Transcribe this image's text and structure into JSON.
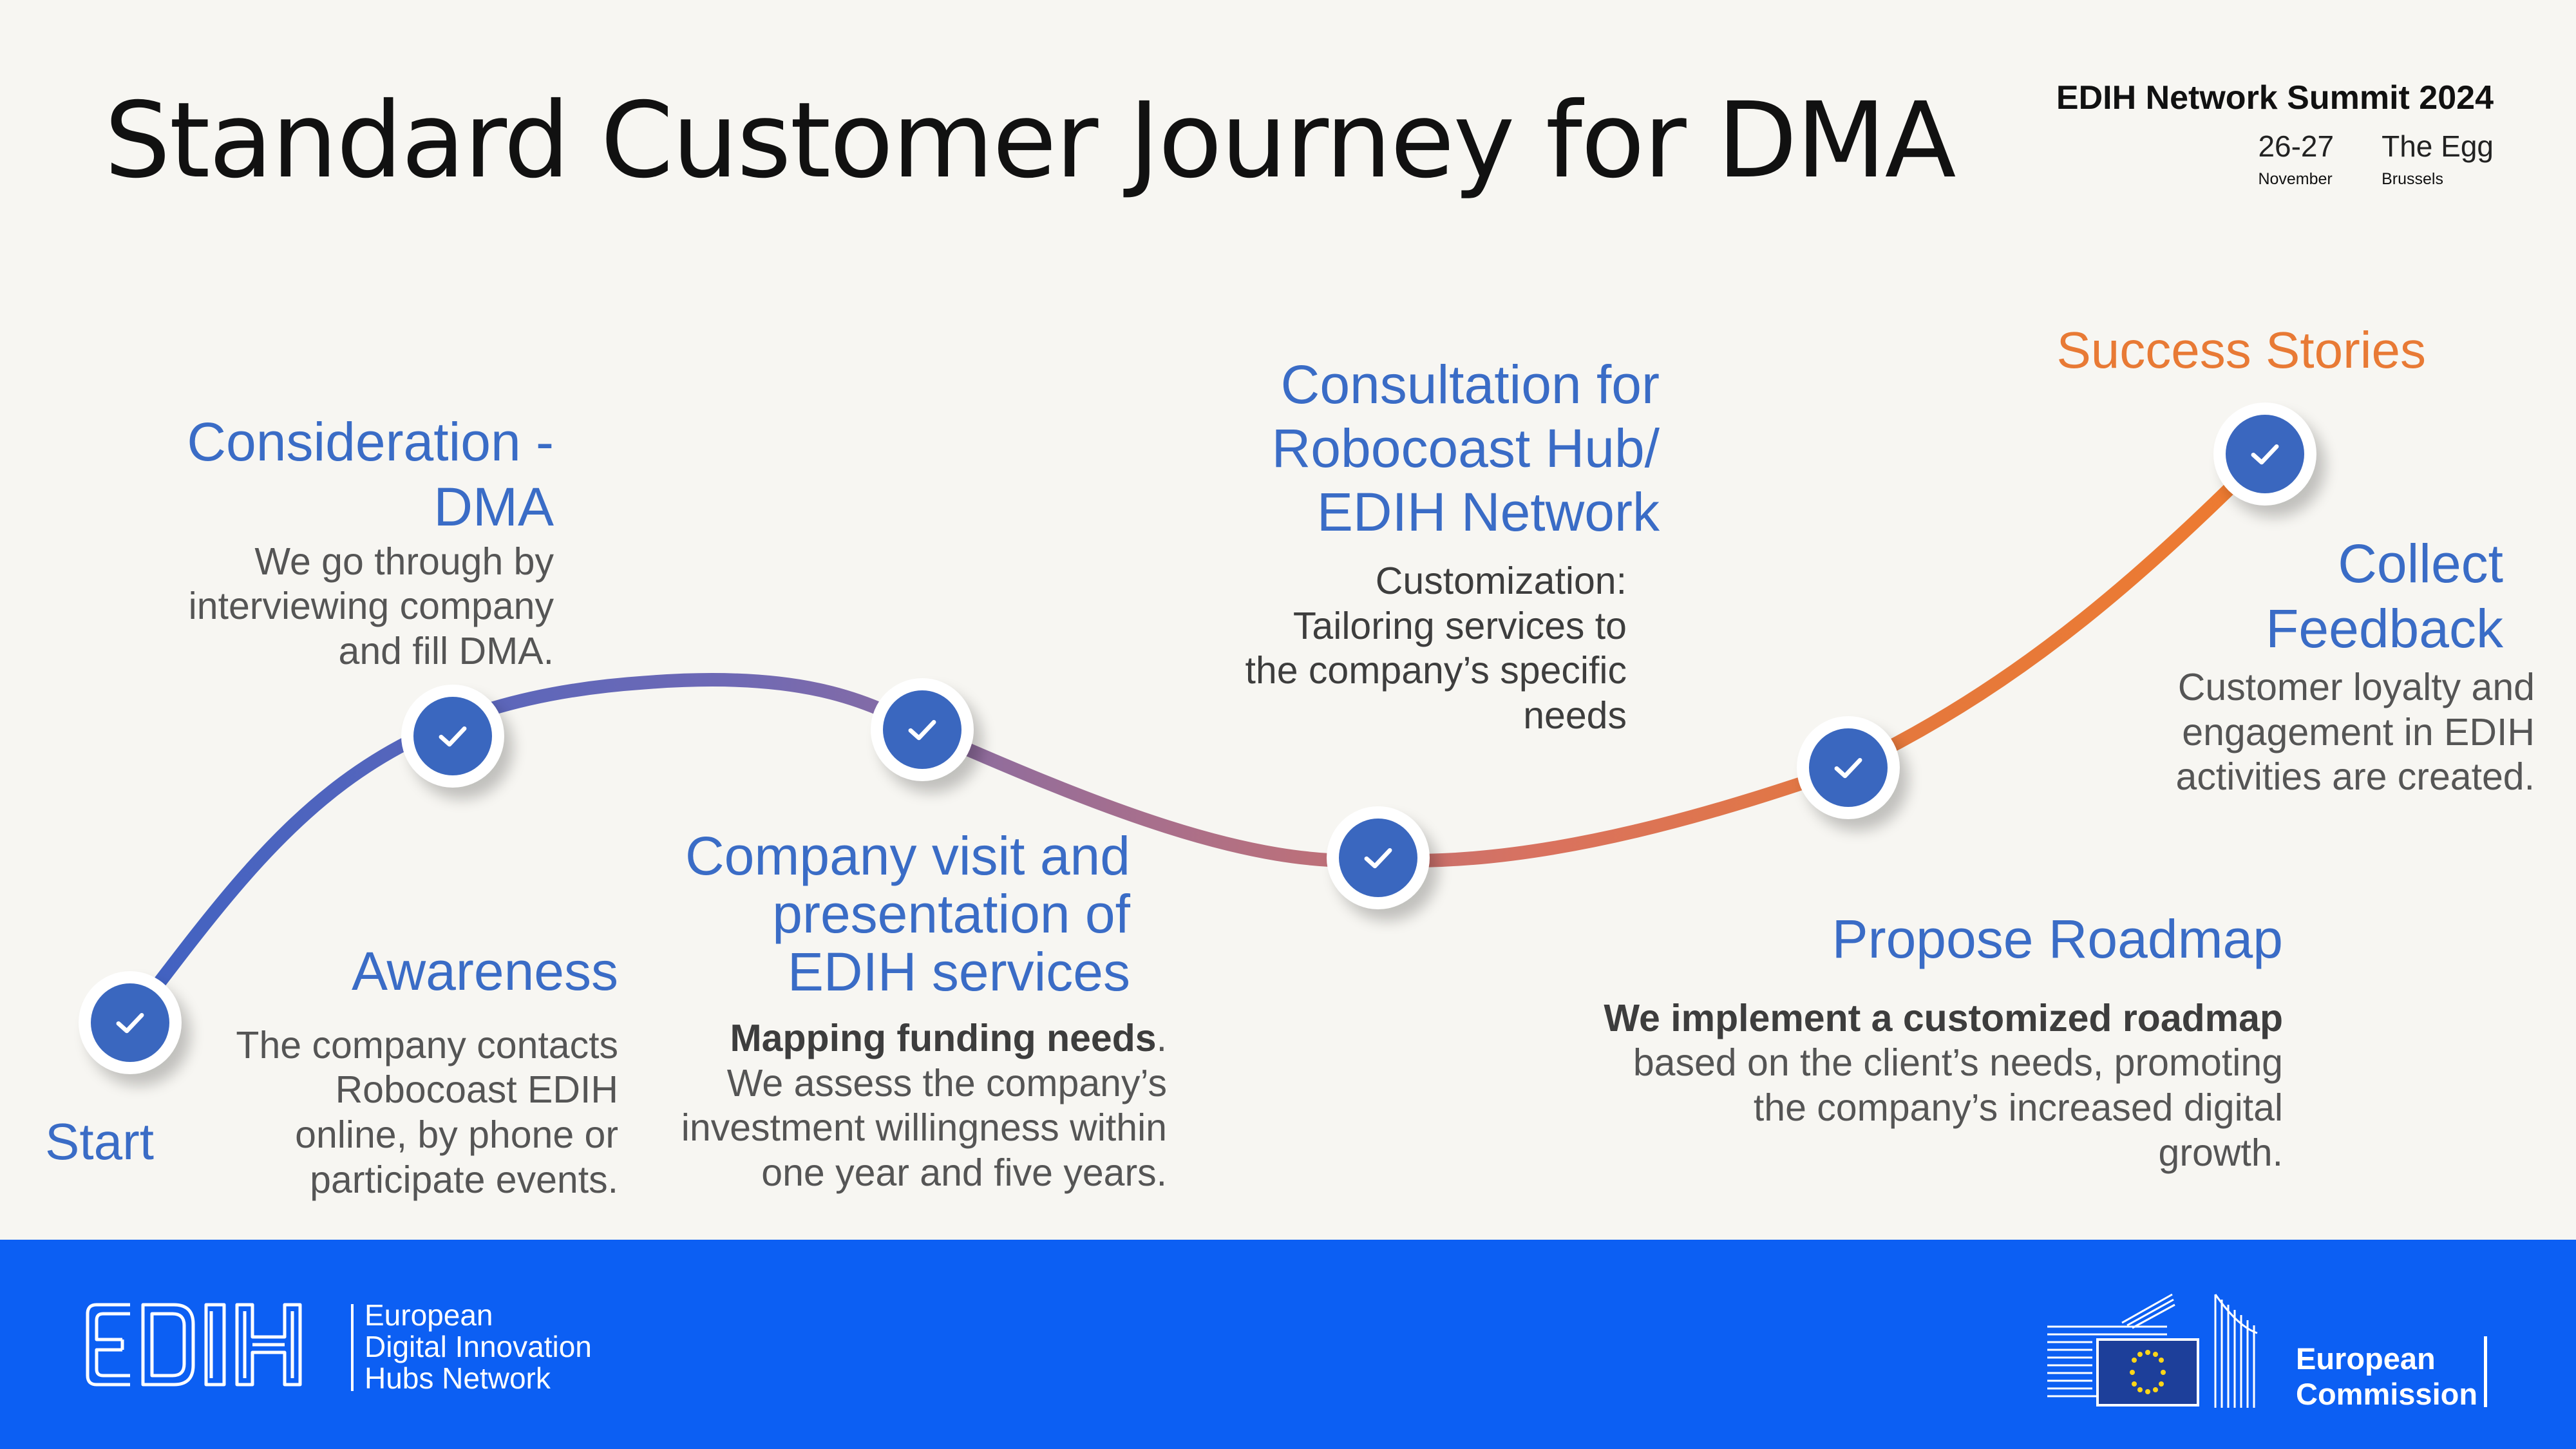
{
  "title": "Standard Customer Journey for DMA",
  "summit": {
    "name": "EDIH Network Summit 2024",
    "dates": "26-27",
    "month": "November",
    "venue": "The Egg",
    "city": "Brussels"
  },
  "steps": {
    "start": {
      "label": "Start"
    },
    "awareness": {
      "heading": "Awareness",
      "desc": [
        "The company contacts",
        "Robocoast EDIH",
        "online, by phone or",
        "participate events."
      ]
    },
    "consideration": {
      "heading": [
        "Consideration -",
        "DMA"
      ],
      "desc": [
        "We go through by",
        "interviewing company",
        "and fill DMA."
      ]
    },
    "visit": {
      "heading": [
        "Company visit and",
        "presentation of",
        "EDIH services"
      ],
      "desc_bold": "Mapping funding needs",
      "desc_first_rest": ".",
      "desc": [
        "We assess the company’s",
        "investment willingness within",
        "one year and five years."
      ]
    },
    "consultation": {
      "heading": [
        "Consultation for",
        "Robocoast Hub/",
        "EDIH Network"
      ],
      "desc": [
        "Customization:",
        "Tailoring services to",
        "the company’s specific",
        "needs"
      ]
    },
    "roadmap": {
      "heading": "Propose Roadmap",
      "desc_bold": "We implement a customized roadmap",
      "desc": [
        "based on the client’s needs, promoting",
        "the company’s  increased digital",
        "growth."
      ]
    },
    "feedback": {
      "heading": [
        "Collect",
        "Feedback"
      ],
      "desc": [
        "Customer loyalty and",
        "engagement in EDIH",
        "activities are created."
      ]
    },
    "success": {
      "heading": "Success Stories"
    }
  },
  "colors": {
    "blue": "#3a6cc6",
    "orange": "#e87a35",
    "footer": "#0c5ff3",
    "node": "#3a67bf"
  },
  "footer": {
    "edih_logo": "EDIH",
    "edih_lines": [
      "European",
      "Digital Innovation",
      "Hubs Network"
    ],
    "ec_lines": [
      "European",
      "Commission"
    ]
  },
  "icons": {
    "node": "check-icon",
    "ec_logo": "european-commission-logo",
    "eu_flag": "eu-flag-icon"
  }
}
